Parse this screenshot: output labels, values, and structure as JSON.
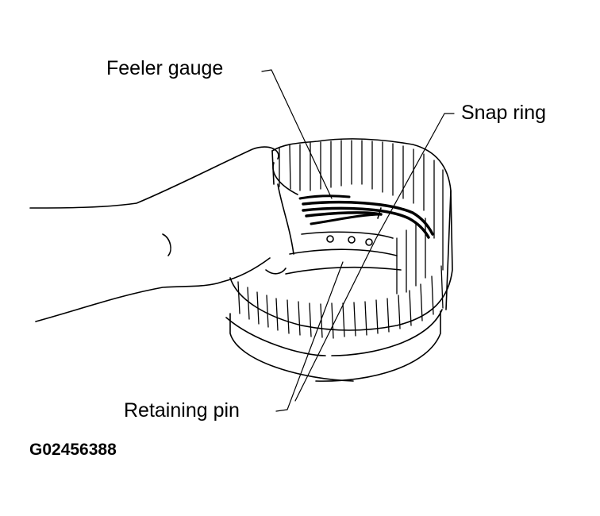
{
  "diagram": {
    "subject": "Measuring snap ring clearance with feeler gauge on clutch drum",
    "labels": {
      "feeler_gauge": "Feeler gauge",
      "snap_ring": "Snap ring",
      "retaining_pin": "Retaining pin"
    },
    "figure_id": "G02456388",
    "colors": {
      "line": "#000000",
      "background": "#ffffff"
    }
  }
}
